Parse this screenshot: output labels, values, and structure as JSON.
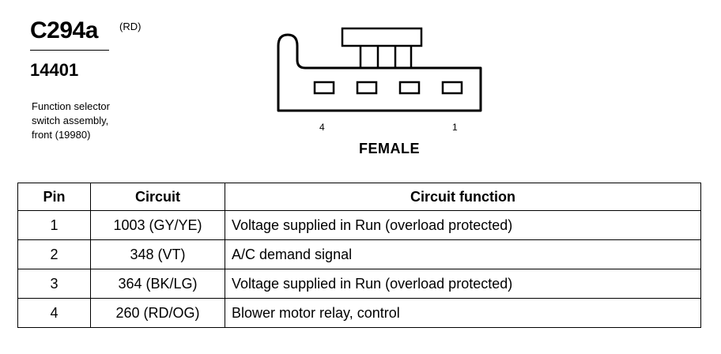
{
  "header": {
    "connector_id": "C294a",
    "connector_color": "(RD)",
    "part_number": "14401",
    "description": "Function selector\nswitch assembly,\nfront (19980)"
  },
  "connector": {
    "pin_left_label": "4",
    "pin_right_label": "1",
    "gender": "FEMALE"
  },
  "table": {
    "columns": [
      "Pin",
      "Circuit",
      "Circuit function"
    ],
    "rows": [
      {
        "pin": "1",
        "circuit": "1003 (GY/YE)",
        "function": "Voltage supplied in Run (overload protected)"
      },
      {
        "pin": "2",
        "circuit": "348 (VT)",
        "function": "A/C demand signal"
      },
      {
        "pin": "3",
        "circuit": "364 (BK/LG)",
        "function": "Voltage supplied in Run (overload protected)"
      },
      {
        "pin": "4",
        "circuit": "260 (RD/OG)",
        "function": "Blower motor relay, control"
      }
    ]
  }
}
